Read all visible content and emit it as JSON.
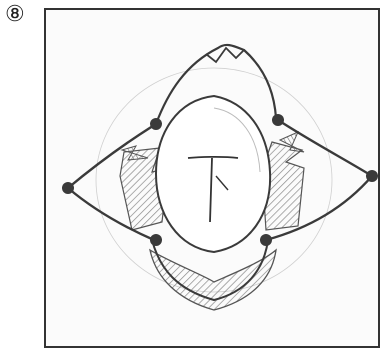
{
  "figure": {
    "label": "⑧"
  },
  "sketch": {
    "type": "pencil-drawing",
    "center_glyph": "T",
    "colors": {
      "stroke": "#3a3a3a",
      "shade": "#9a9a9a",
      "paper": "#fbfbfb"
    }
  }
}
